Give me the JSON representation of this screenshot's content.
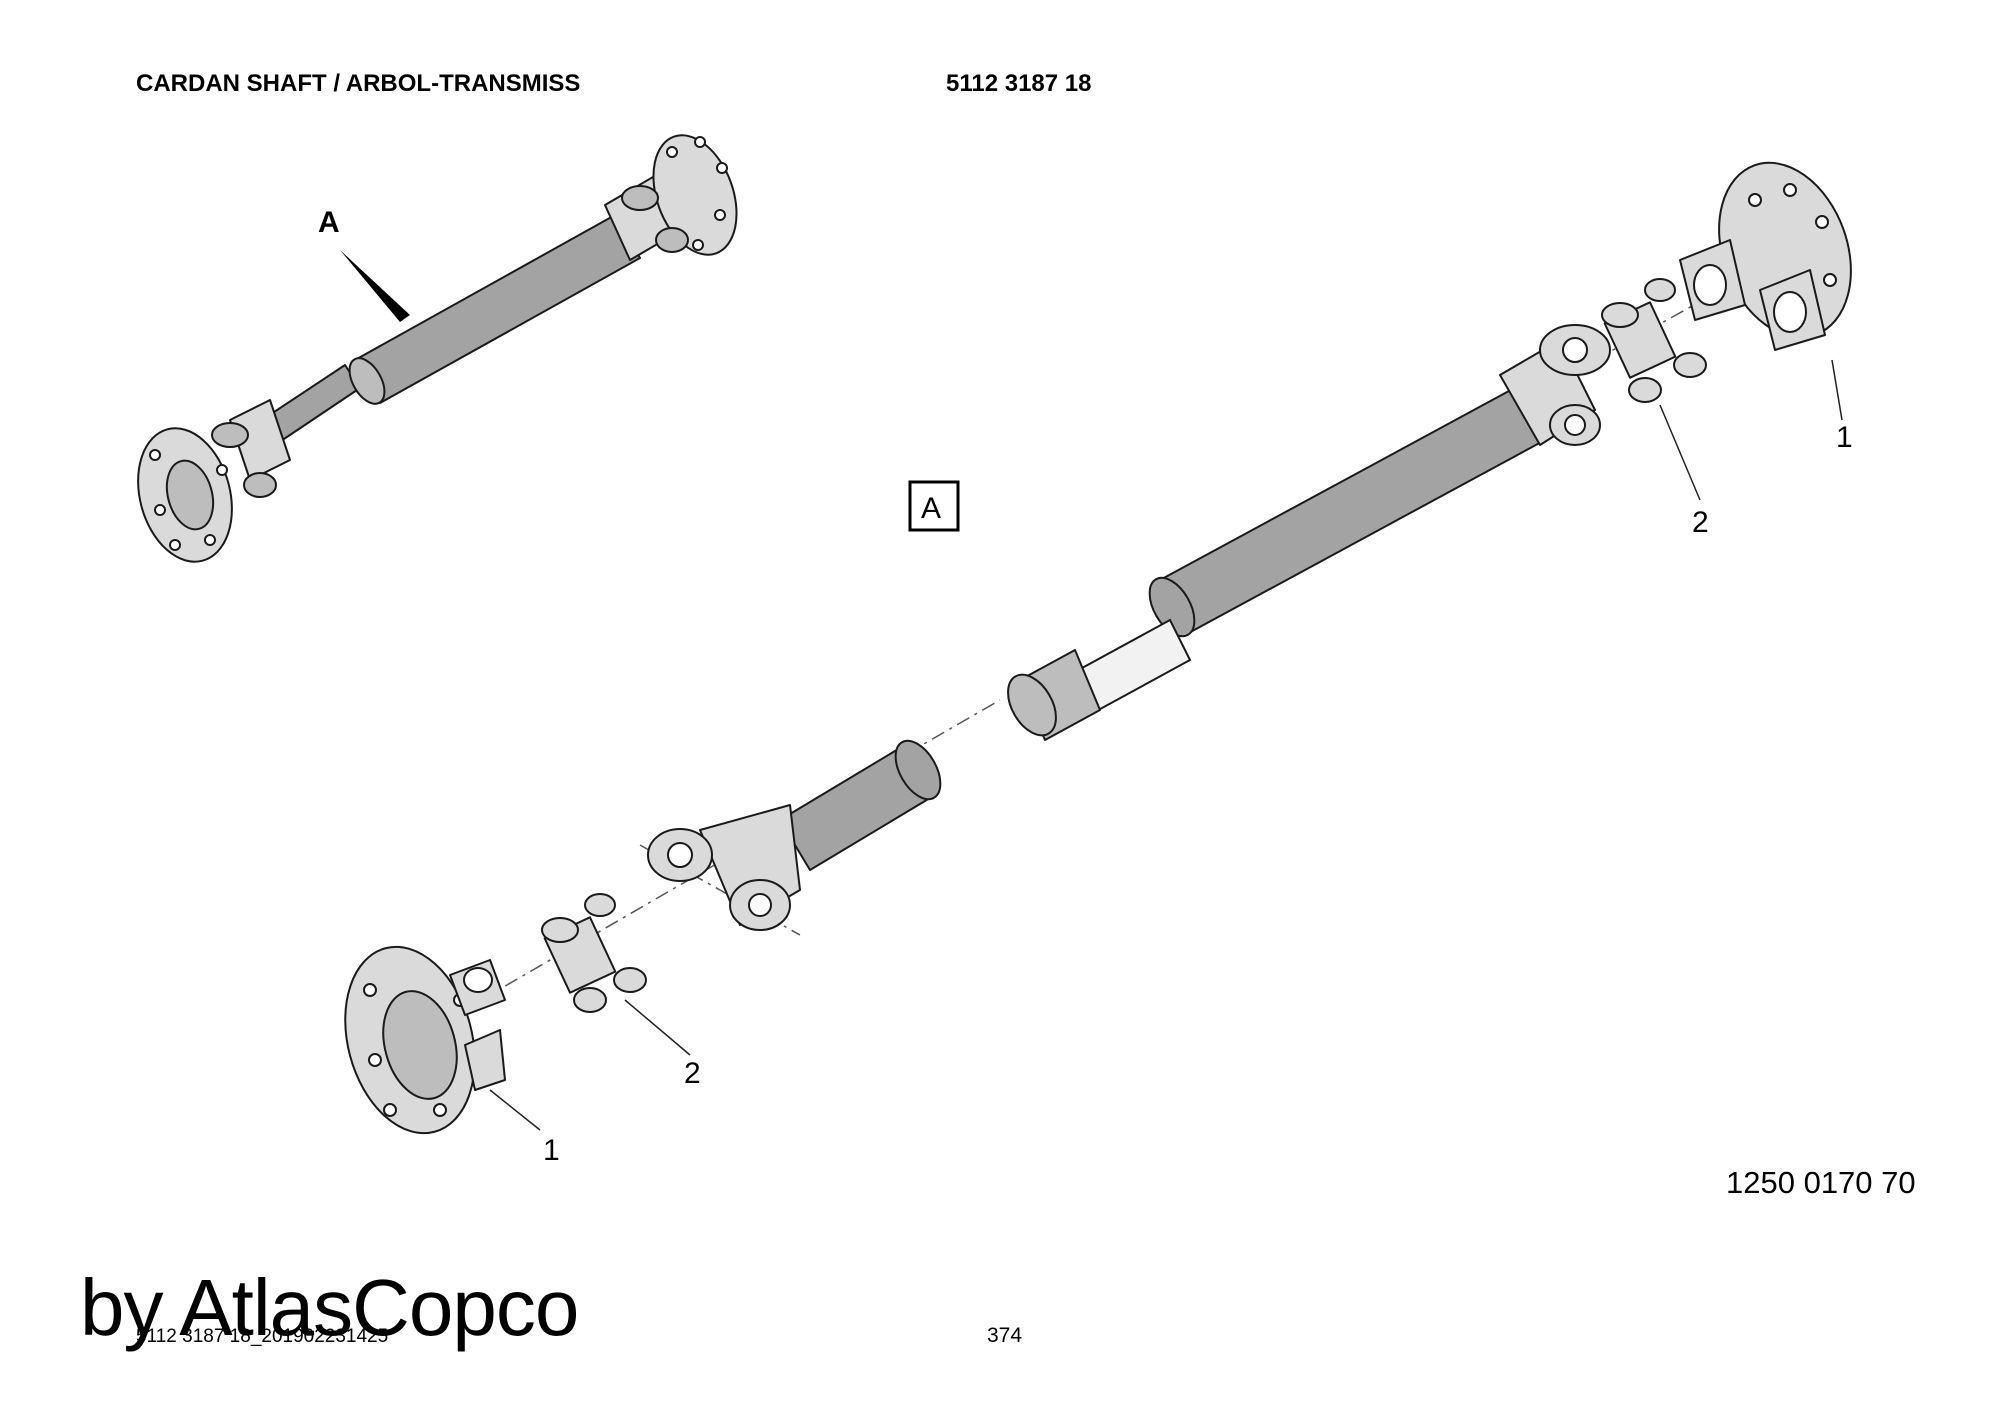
{
  "header": {
    "title": "CARDAN SHAFT / ARBOL-TRANSMISS",
    "part_number": "5112 3187 18"
  },
  "detail": {
    "arrow_label": "A",
    "box_label": "A"
  },
  "callouts": {
    "flange_yoke": "1",
    "cross_journal": "2"
  },
  "figure_number": "1250 0170 70",
  "page_number": "374",
  "footer_code": "5112 3187 18_201902231425",
  "watermark": "by AtlasCopco"
}
